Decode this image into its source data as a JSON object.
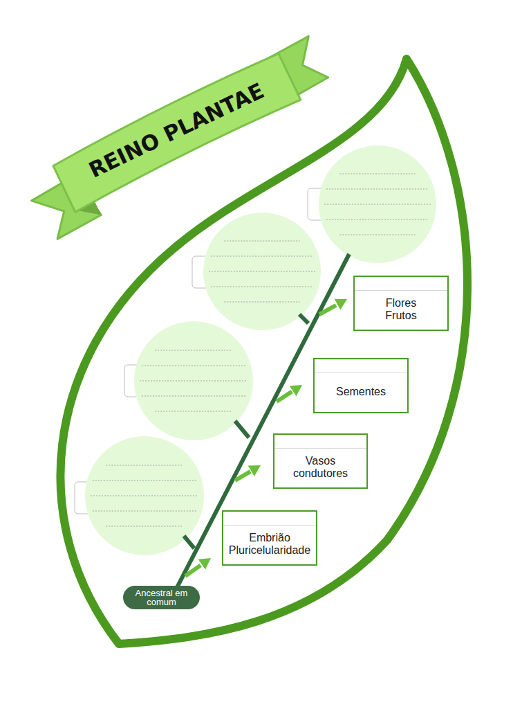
{
  "diagram": {
    "title": "REINO PLANTAE",
    "nodes": [
      {
        "text": [
          "Flores Frutos"
        ]
      },
      {
        "text": [
          "Sementes"
        ]
      },
      {
        "text": [
          "Vasos condutores"
        ]
      },
      {
        "text": [
          "Embrião Pluricelularidade"
        ]
      },
      {
        "text": [
          "Ancestral em comum"
        ]
      }
    ]
  }
}
